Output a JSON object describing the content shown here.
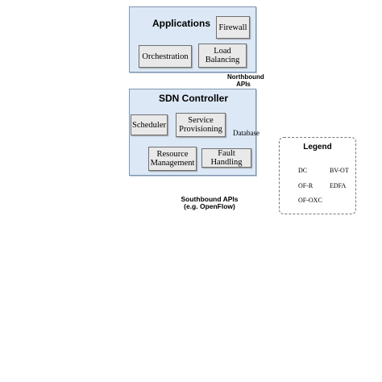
{
  "applications": {
    "title": "Applications",
    "firewall": "Firewall",
    "orchestration": "Orchestration",
    "load_balancing": "Load Balancing"
  },
  "northbound": {
    "label": "Northbound APIs"
  },
  "controller": {
    "title": "SDN Controller",
    "scheduler": "Scheduler",
    "service_provisioning": "Service Provisioning",
    "database": "Database",
    "resource_management": "Resource Management",
    "fault_handling": "Fault Handling"
  },
  "southbound": {
    "label": "Southbound APIs (e.g. OpenFlow)"
  },
  "legend": {
    "title": "Legend",
    "items": [
      {
        "icon": "dc-icon",
        "label": "DC"
      },
      {
        "icon": "bv-ot-icon",
        "label": "BV-OT"
      },
      {
        "icon": "of-r-icon",
        "label": "OF-R"
      },
      {
        "icon": "edfa-icon",
        "label": "EDFA"
      },
      {
        "icon": "of-oxc-icon",
        "label": "OF-OXC"
      }
    ]
  },
  "colors": {
    "panel": "#dce8f6",
    "edfa": "#8b4a1c",
    "oxc": "#1f3f6e",
    "cloud": "#e8eef5"
  }
}
